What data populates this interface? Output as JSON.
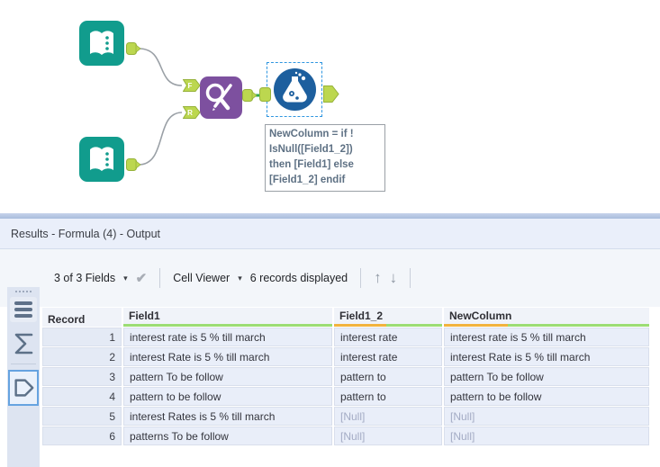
{
  "canvas": {
    "annotation": {
      "lines": [
        "NewColumn = if !",
        "IsNull([Field1_2])",
        "then [Field1] else",
        "[Field1_2] endif"
      ]
    },
    "find_replace_anchors": {
      "top": "F",
      "bottom": "R"
    }
  },
  "icons": {
    "caret": "▾",
    "check": "✔",
    "up": "↑",
    "down": "↓"
  },
  "colors": {
    "tool_teal": "#119c8d",
    "tool_purple": "#7d509f",
    "tool_blue": "#1d5f9e",
    "anchor_green": "#bcd74f",
    "wire_green": "#2aa84f",
    "quality_green": "#9cdd74",
    "quality_orange": "#f2b33d"
  },
  "results": {
    "title": "Results - Formula (4) - Output",
    "toolbar": {
      "fields_summary": "3 of 3 Fields",
      "cell_viewer": "Cell Viewer",
      "records": "6 records displayed"
    },
    "table": {
      "columns": [
        {
          "label": "Record"
        },
        {
          "label": "Field1"
        },
        {
          "label": "Field1_2"
        },
        {
          "label": "NewColumn"
        }
      ],
      "rows": [
        {
          "record": "1",
          "field1": "interest rate is 5 % till march",
          "field1_2": "interest rate",
          "newcolumn": "interest rate is 5 % till march"
        },
        {
          "record": "2",
          "field1": "interest Rate is 5 % till march",
          "field1_2": "interest rate",
          "newcolumn": "interest Rate is 5 % till march"
        },
        {
          "record": "3",
          "field1": "pattern To be follow",
          "field1_2": "pattern to",
          "newcolumn": "pattern To be follow"
        },
        {
          "record": "4",
          "field1": "pattern to be follow",
          "field1_2": "pattern to",
          "newcolumn": "pattern to be follow"
        },
        {
          "record": "5",
          "field1": "interest Rates is 5 % till march",
          "field1_2": "[Null]",
          "newcolumn": "[Null]"
        },
        {
          "record": "6",
          "field1": "patterns To be follow",
          "field1_2": "[Null]",
          "newcolumn": "[Null]"
        }
      ]
    }
  }
}
